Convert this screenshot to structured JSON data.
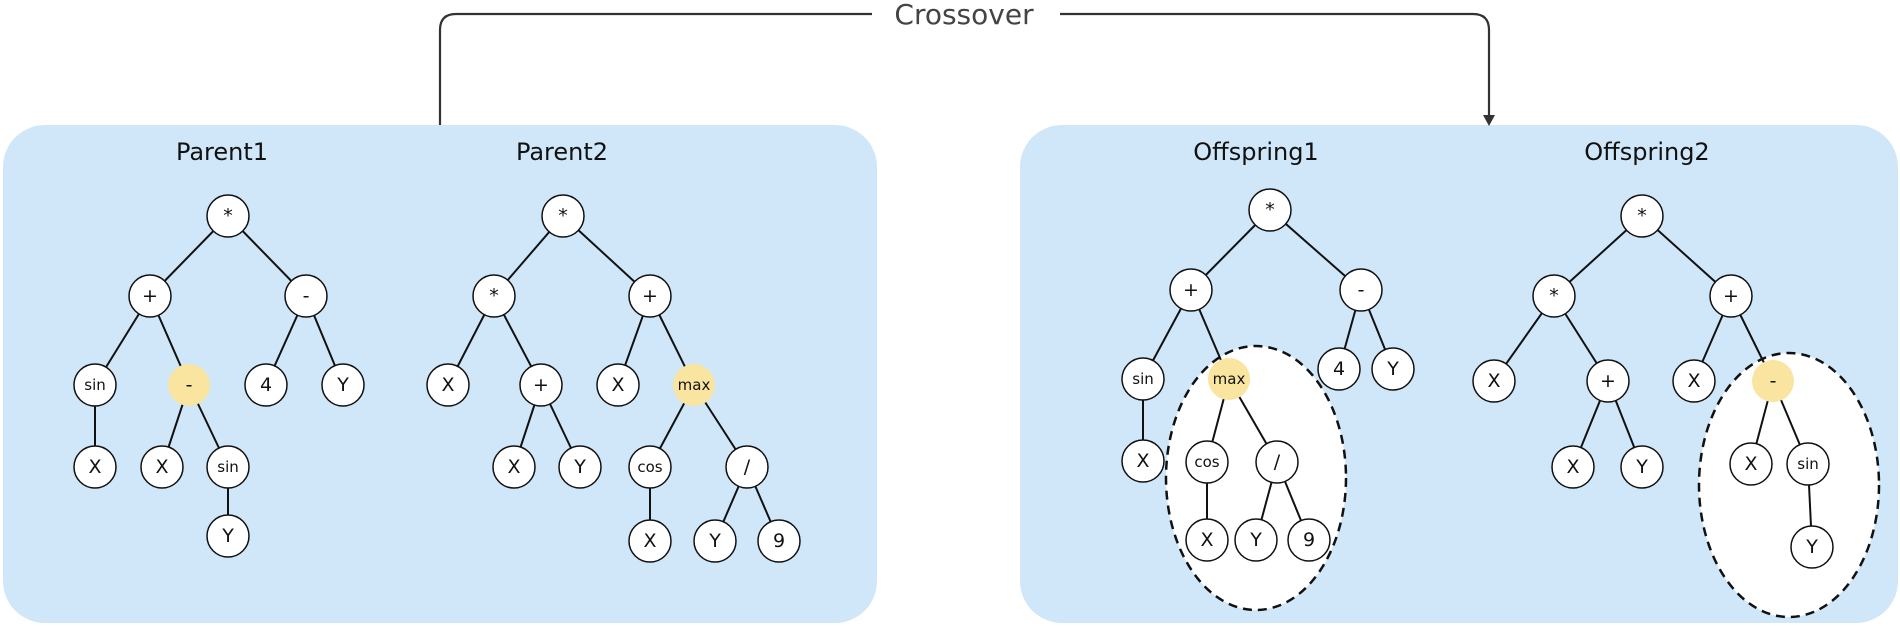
{
  "diagram": {
    "crossover_label": "Crossover",
    "panels": [
      {
        "id": "parents",
        "trees": [
          {
            "title": "Parent1",
            "root": "p1_1"
          },
          {
            "title": "Parent2",
            "root": "p2_1"
          }
        ]
      },
      {
        "id": "offspring",
        "trees": [
          {
            "title": "Offspring1",
            "root": "o1_1"
          },
          {
            "title": "Offspring2",
            "root": "o2_1"
          }
        ]
      }
    ],
    "nodes": {
      "p1_1": {
        "label": "*",
        "children": [
          "p1_2",
          "p1_3"
        ]
      },
      "p1_2": {
        "label": "+",
        "children": [
          "p1_4",
          "p1_5"
        ]
      },
      "p1_3": {
        "label": "-",
        "children": [
          "p1_6",
          "p1_7"
        ]
      },
      "p1_4": {
        "label": "sin",
        "children": [
          "p1_8"
        ]
      },
      "p1_5": {
        "label": "-",
        "highlight": true,
        "children": [
          "p1_9",
          "p1_10"
        ]
      },
      "p1_6": {
        "label": "4"
      },
      "p1_7": {
        "label": "Y"
      },
      "p1_8": {
        "label": "X"
      },
      "p1_9": {
        "label": "X"
      },
      "p1_10": {
        "label": "sin",
        "children": [
          "p1_11"
        ]
      },
      "p1_11": {
        "label": "Y"
      },
      "p2_1": {
        "label": "*",
        "children": [
          "p2_2",
          "p2_3"
        ]
      },
      "p2_2": {
        "label": "*",
        "children": [
          "p2_4",
          "p2_5"
        ]
      },
      "p2_3": {
        "label": "+",
        "children": [
          "p2_6",
          "p2_7"
        ]
      },
      "p2_4": {
        "label": "X"
      },
      "p2_5": {
        "label": "+",
        "children": [
          "p2_8",
          "p2_9"
        ]
      },
      "p2_6": {
        "label": "X"
      },
      "p2_7": {
        "label": "max",
        "highlight": true,
        "children": [
          "p2_10",
          "p2_11"
        ]
      },
      "p2_8": {
        "label": "X"
      },
      "p2_9": {
        "label": "Y"
      },
      "p2_10": {
        "label": "cos",
        "children": [
          "p2_12"
        ]
      },
      "p2_11": {
        "label": "/",
        "children": [
          "p2_13",
          "p2_14"
        ]
      },
      "p2_12": {
        "label": "X"
      },
      "p2_13": {
        "label": "Y"
      },
      "p2_14": {
        "label": "9"
      },
      "o1_1": {
        "label": "*",
        "children": [
          "o1_2",
          "o1_3"
        ]
      },
      "o1_2": {
        "label": "+",
        "children": [
          "o1_4",
          "o1_5"
        ]
      },
      "o1_3": {
        "label": "-",
        "children": [
          "o1_6",
          "o1_7"
        ]
      },
      "o1_4": {
        "label": "sin",
        "children": [
          "o1_8"
        ]
      },
      "o1_5": {
        "label": "max",
        "highlight": true,
        "children": [
          "o1_9",
          "o1_10"
        ]
      },
      "o1_6": {
        "label": "4"
      },
      "o1_7": {
        "label": "Y"
      },
      "o1_8": {
        "label": "X"
      },
      "o1_9": {
        "label": "cos",
        "children": [
          "o1_11"
        ]
      },
      "o1_10": {
        "label": "/",
        "children": [
          "o1_12",
          "o1_13"
        ]
      },
      "o1_11": {
        "label": "X"
      },
      "o1_12": {
        "label": "Y"
      },
      "o1_13": {
        "label": "9"
      },
      "o2_1": {
        "label": "*",
        "children": [
          "o2_2",
          "o2_3"
        ]
      },
      "o2_2": {
        "label": "*",
        "children": [
          "o2_4",
          "o2_5"
        ]
      },
      "o2_3": {
        "label": "+",
        "children": [
          "o2_6",
          "o2_7"
        ]
      },
      "o2_4": {
        "label": "X"
      },
      "o2_5": {
        "label": "+",
        "children": [
          "o2_8",
          "o2_9"
        ]
      },
      "o2_6": {
        "label": "X"
      },
      "o2_7": {
        "label": "-",
        "highlight": true,
        "children": [
          "o2_10",
          "o2_11"
        ]
      },
      "o2_8": {
        "label": "X"
      },
      "o2_9": {
        "label": "Y"
      },
      "o2_10": {
        "label": "X"
      },
      "o2_11": {
        "label": "sin",
        "children": [
          "o2_12"
        ]
      },
      "o2_12": {
        "label": "Y"
      }
    },
    "swapped_subtrees": [
      "o1_5",
      "o2_7"
    ],
    "colors": {
      "panel": "#d0e7fa",
      "highlight": "#f9e4a0"
    }
  }
}
